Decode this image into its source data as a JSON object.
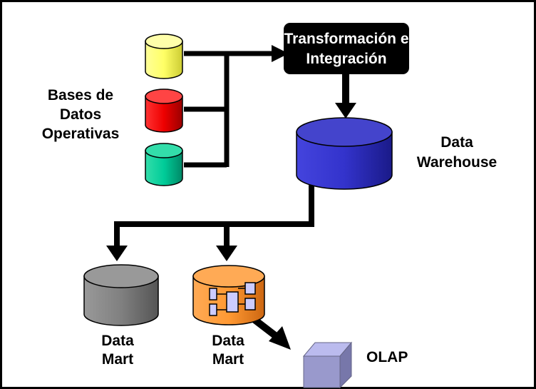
{
  "diagram": {
    "operational_db_label": [
      "Bases de",
      "Datos",
      "Operativas"
    ],
    "transform_label": [
      "Transformación e",
      "Integración"
    ],
    "warehouse_label": [
      "Data",
      "Warehouse"
    ],
    "data_mart_1_label": [
      "Data",
      "Mart"
    ],
    "data_mart_2_label": [
      "Data",
      "Mart"
    ],
    "olap_label": "OLAP"
  },
  "colors": {
    "db_yellow": "#ffff88",
    "db_red": "#ee0000",
    "db_green": "#00cc99",
    "warehouse": "#3333cc",
    "mart_gray": "#808080",
    "mart_orange": "#ff9933",
    "olap_cube": "#9999cc",
    "transform_box": "#000000"
  }
}
